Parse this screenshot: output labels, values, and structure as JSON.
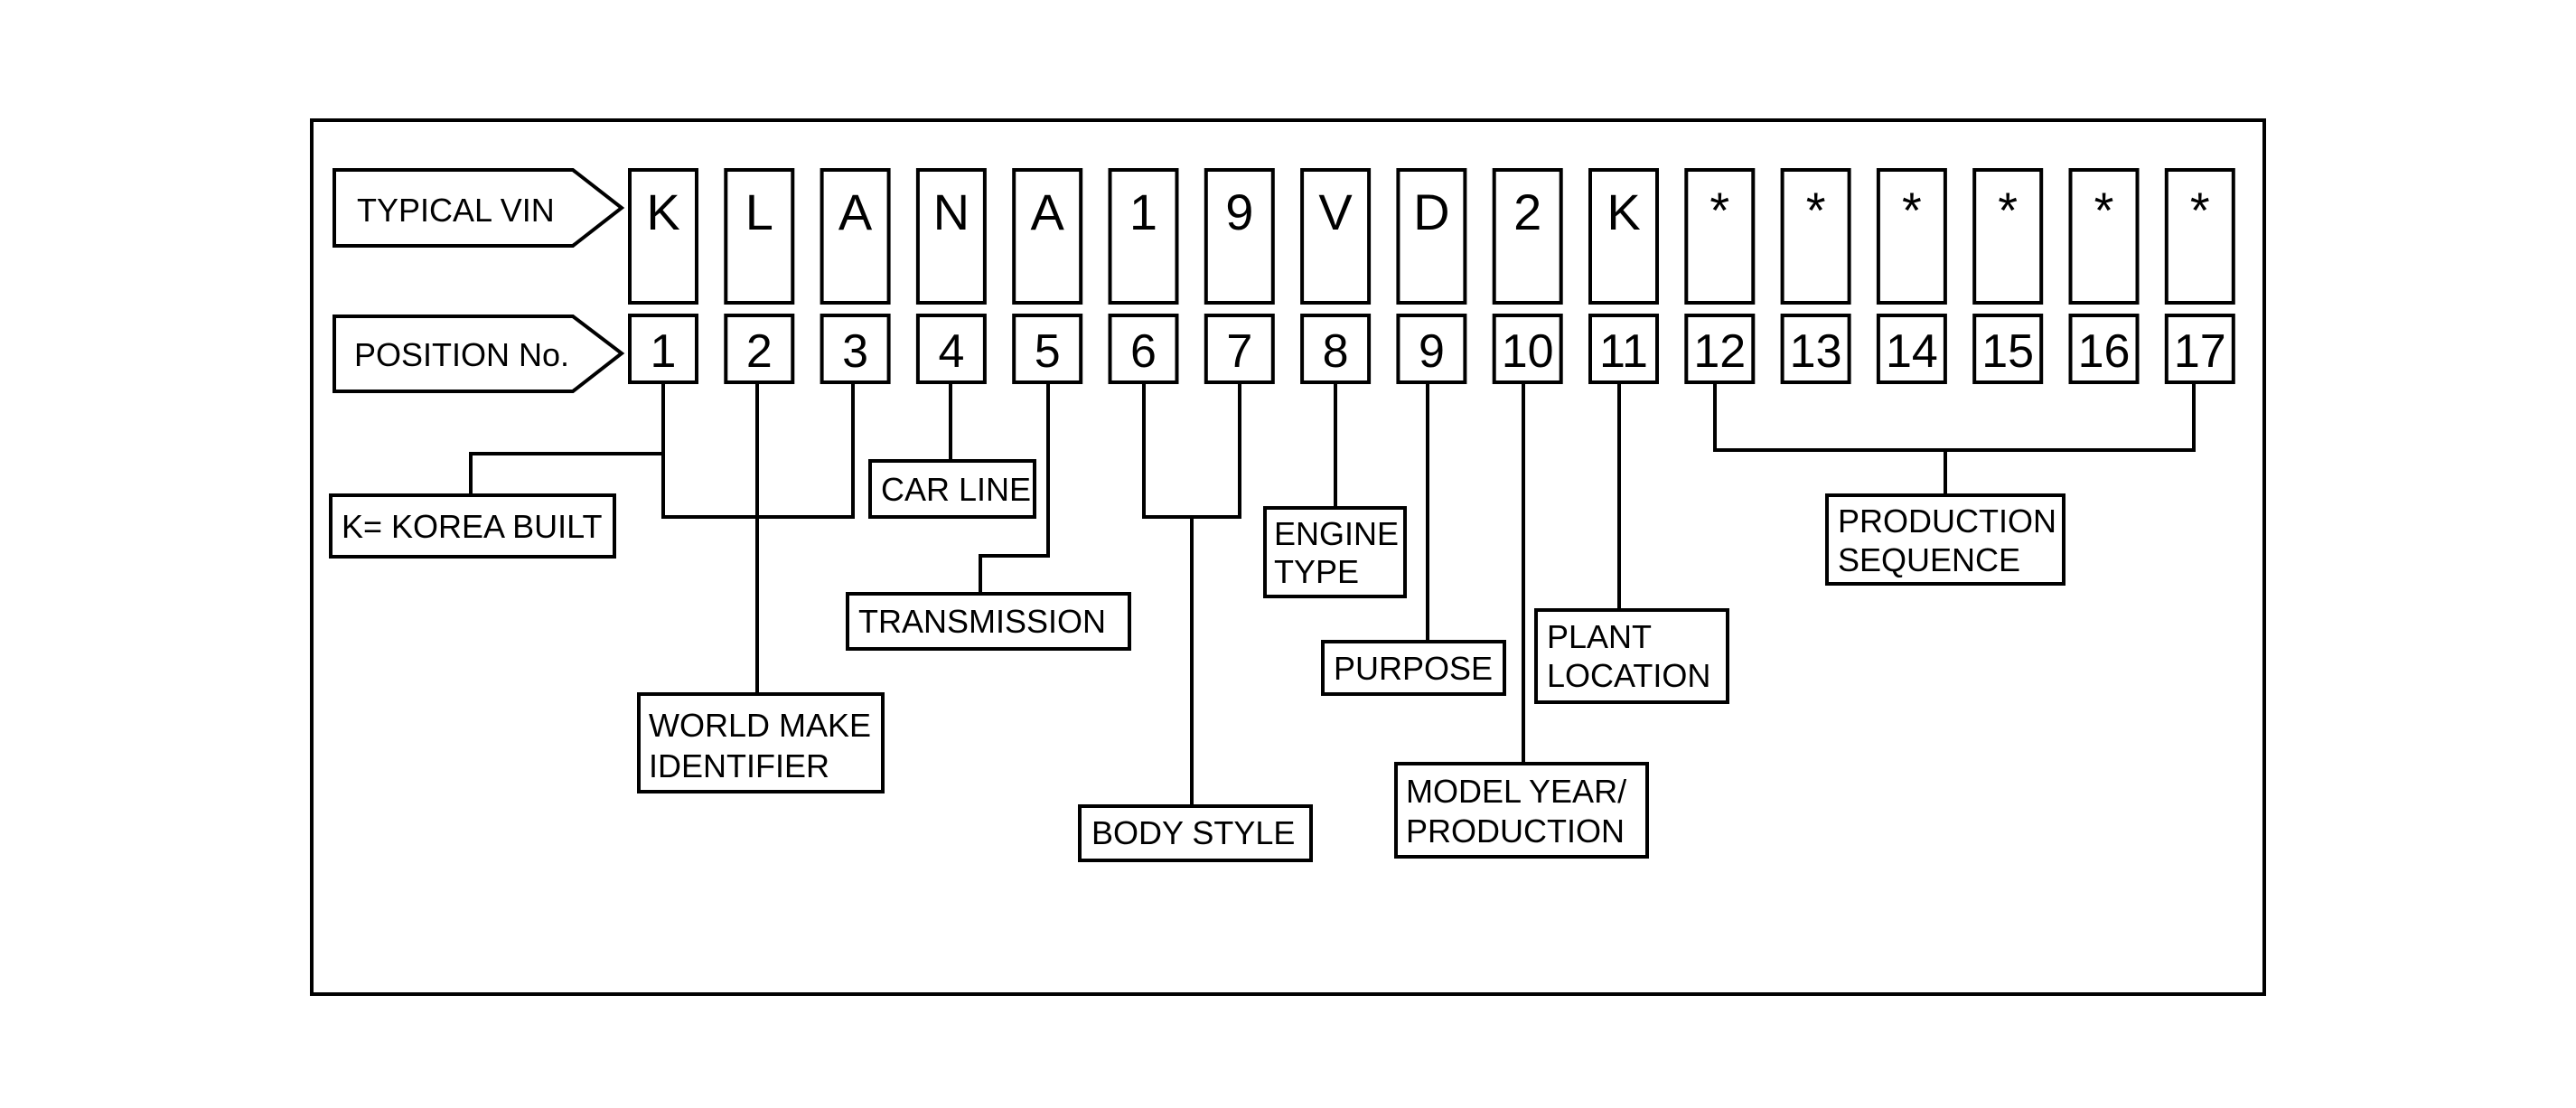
{
  "row_labels": {
    "vin": "TYPICAL VIN",
    "position": "POSITION No."
  },
  "vin_chars": [
    "K",
    "L",
    "A",
    "N",
    "A",
    "1",
    "9",
    "V",
    "D",
    "2",
    "K",
    "*",
    "*",
    "*",
    "*",
    "*",
    "*"
  ],
  "positions": [
    "1",
    "2",
    "3",
    "4",
    "5",
    "6",
    "7",
    "8",
    "9",
    "10",
    "11",
    "12",
    "13",
    "14",
    "15",
    "16",
    "17"
  ],
  "descriptors": {
    "korea": [
      "K= KOREA BUILT"
    ],
    "world_make": [
      "WORLD MAKE",
      "IDENTIFIER"
    ],
    "car_line": [
      "CAR LINE"
    ],
    "transmission": [
      "TRANSMISSION"
    ],
    "body_style": [
      "BODY STYLE"
    ],
    "engine_type": [
      "ENGINE",
      "TYPE"
    ],
    "purpose": [
      "PURPOSE"
    ],
    "model_year": [
      "MODEL YEAR/",
      "PRODUCTION"
    ],
    "plant_location": [
      "PLANT",
      "LOCATION"
    ],
    "production_sequence": [
      "PRODUCTION",
      "SEQUENCE"
    ]
  }
}
